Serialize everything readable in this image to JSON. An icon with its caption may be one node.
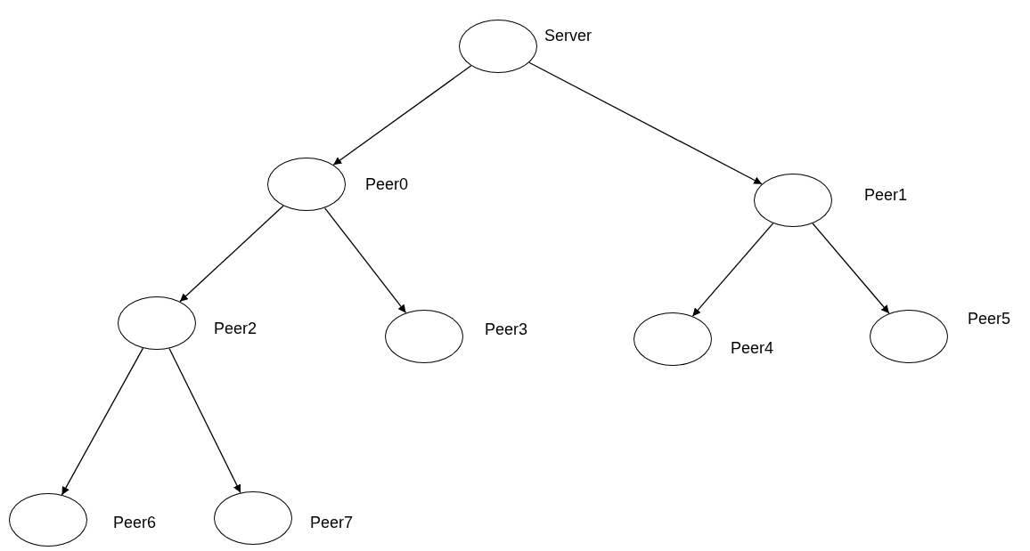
{
  "diagram": {
    "nodes": [
      {
        "text": [],
        "shape": "circle",
        "beside": [
          "Server"
        ]
      },
      {
        "text": [],
        "shape": "circle",
        "beside": [
          "Peer0"
        ]
      },
      {
        "text": [],
        "shape": "circle",
        "beside": [
          "Peer1"
        ]
      },
      {
        "text": [],
        "shape": "circle",
        "beside": [
          "Peer2"
        ]
      },
      {
        "text": [],
        "shape": "circle",
        "beside": [
          "Peer3"
        ]
      },
      {
        "text": [],
        "shape": "circle",
        "beside": [
          "Peer4"
        ]
      },
      {
        "text": [],
        "shape": "circle",
        "beside": [
          "Peer5"
        ]
      },
      {
        "text": [],
        "shape": "circle",
        "beside": [
          "Peer6"
        ]
      },
      {
        "text": [],
        "shape": "circle",
        "beside": [
          "Peer7"
        ]
      }
    ],
    "edges": [
      {
        "from": 0,
        "to": 1,
        "arrow": "to"
      },
      {
        "from": 0,
        "to": 2,
        "arrow": "to"
      },
      {
        "from": 1,
        "to": 3,
        "arrow": "to"
      },
      {
        "from": 1,
        "to": 4,
        "arrow": "to"
      },
      {
        "from": 2,
        "to": 5,
        "arrow": "to"
      },
      {
        "from": 2,
        "to": 6,
        "arrow": "to"
      },
      {
        "from": 3,
        "to": 7,
        "arrow": "to"
      },
      {
        "from": 3,
        "to": 8,
        "arrow": "to"
      }
    ]
  }
}
